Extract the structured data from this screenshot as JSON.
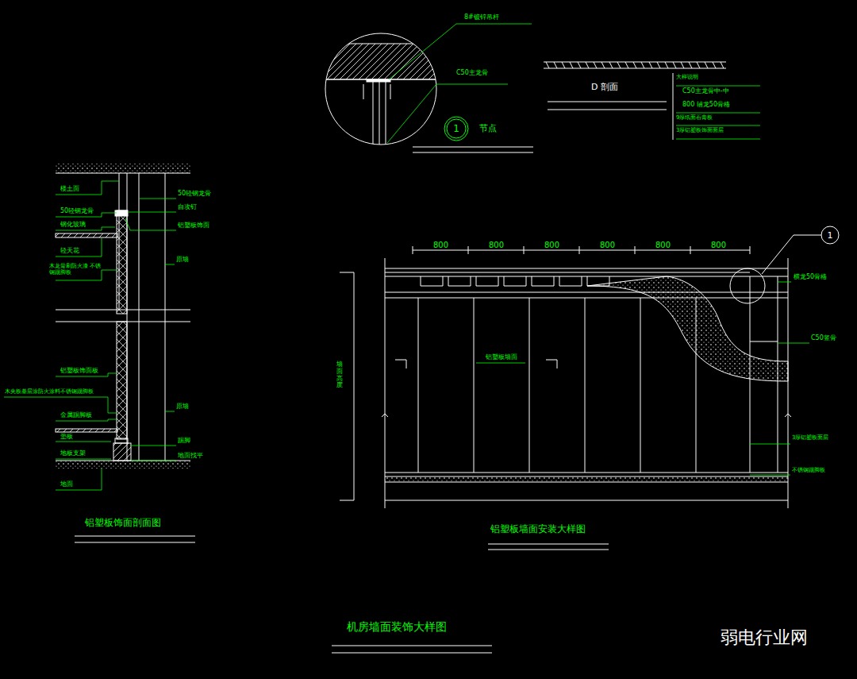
{
  "diagram": {
    "title": "机房墙面装饰大样图",
    "nodes": [
      {
        "text": [
          "1"
        ]
      },
      {
        "text": [
          "1"
        ]
      }
    ],
    "labels": [
      "8#镀锌吊杆",
      "C50主龙骨",
      "节点",
      "D 剖面",
      "大样说明",
      "C50主龙骨中-中",
      "800 辅龙50骨格",
      "9厚纸面石膏板",
      "3厚铝塑板饰面面层",
      "楼土面",
      "50轻钢龙骨",
      "钢化玻璃",
      "轻天花",
      "木龙骨刷防火漆 不锈钢踢脚板",
      "50轻钢龙骨",
      "自攻钉",
      "铝塑板饰面",
      "原墙",
      "铝塑板饰面板",
      "木夹板基层涂防火涂料不锈钢踢脚板",
      "金属踢脚板",
      "垫板",
      "地板支架",
      "地面",
      "原墙",
      "踢脚",
      "地面找平",
      "铝塑板饰面剖面图",
      "800",
      "800",
      "800",
      "800",
      "800",
      "800",
      "铝塑板墙面",
      "横龙50骨格",
      "C50竖骨",
      "3厚铝塑板面层",
      "不锈钢踢脚板",
      "墙面高度",
      "铝塑板墙面安装大样图",
      "弱电行业网"
    ]
  }
}
